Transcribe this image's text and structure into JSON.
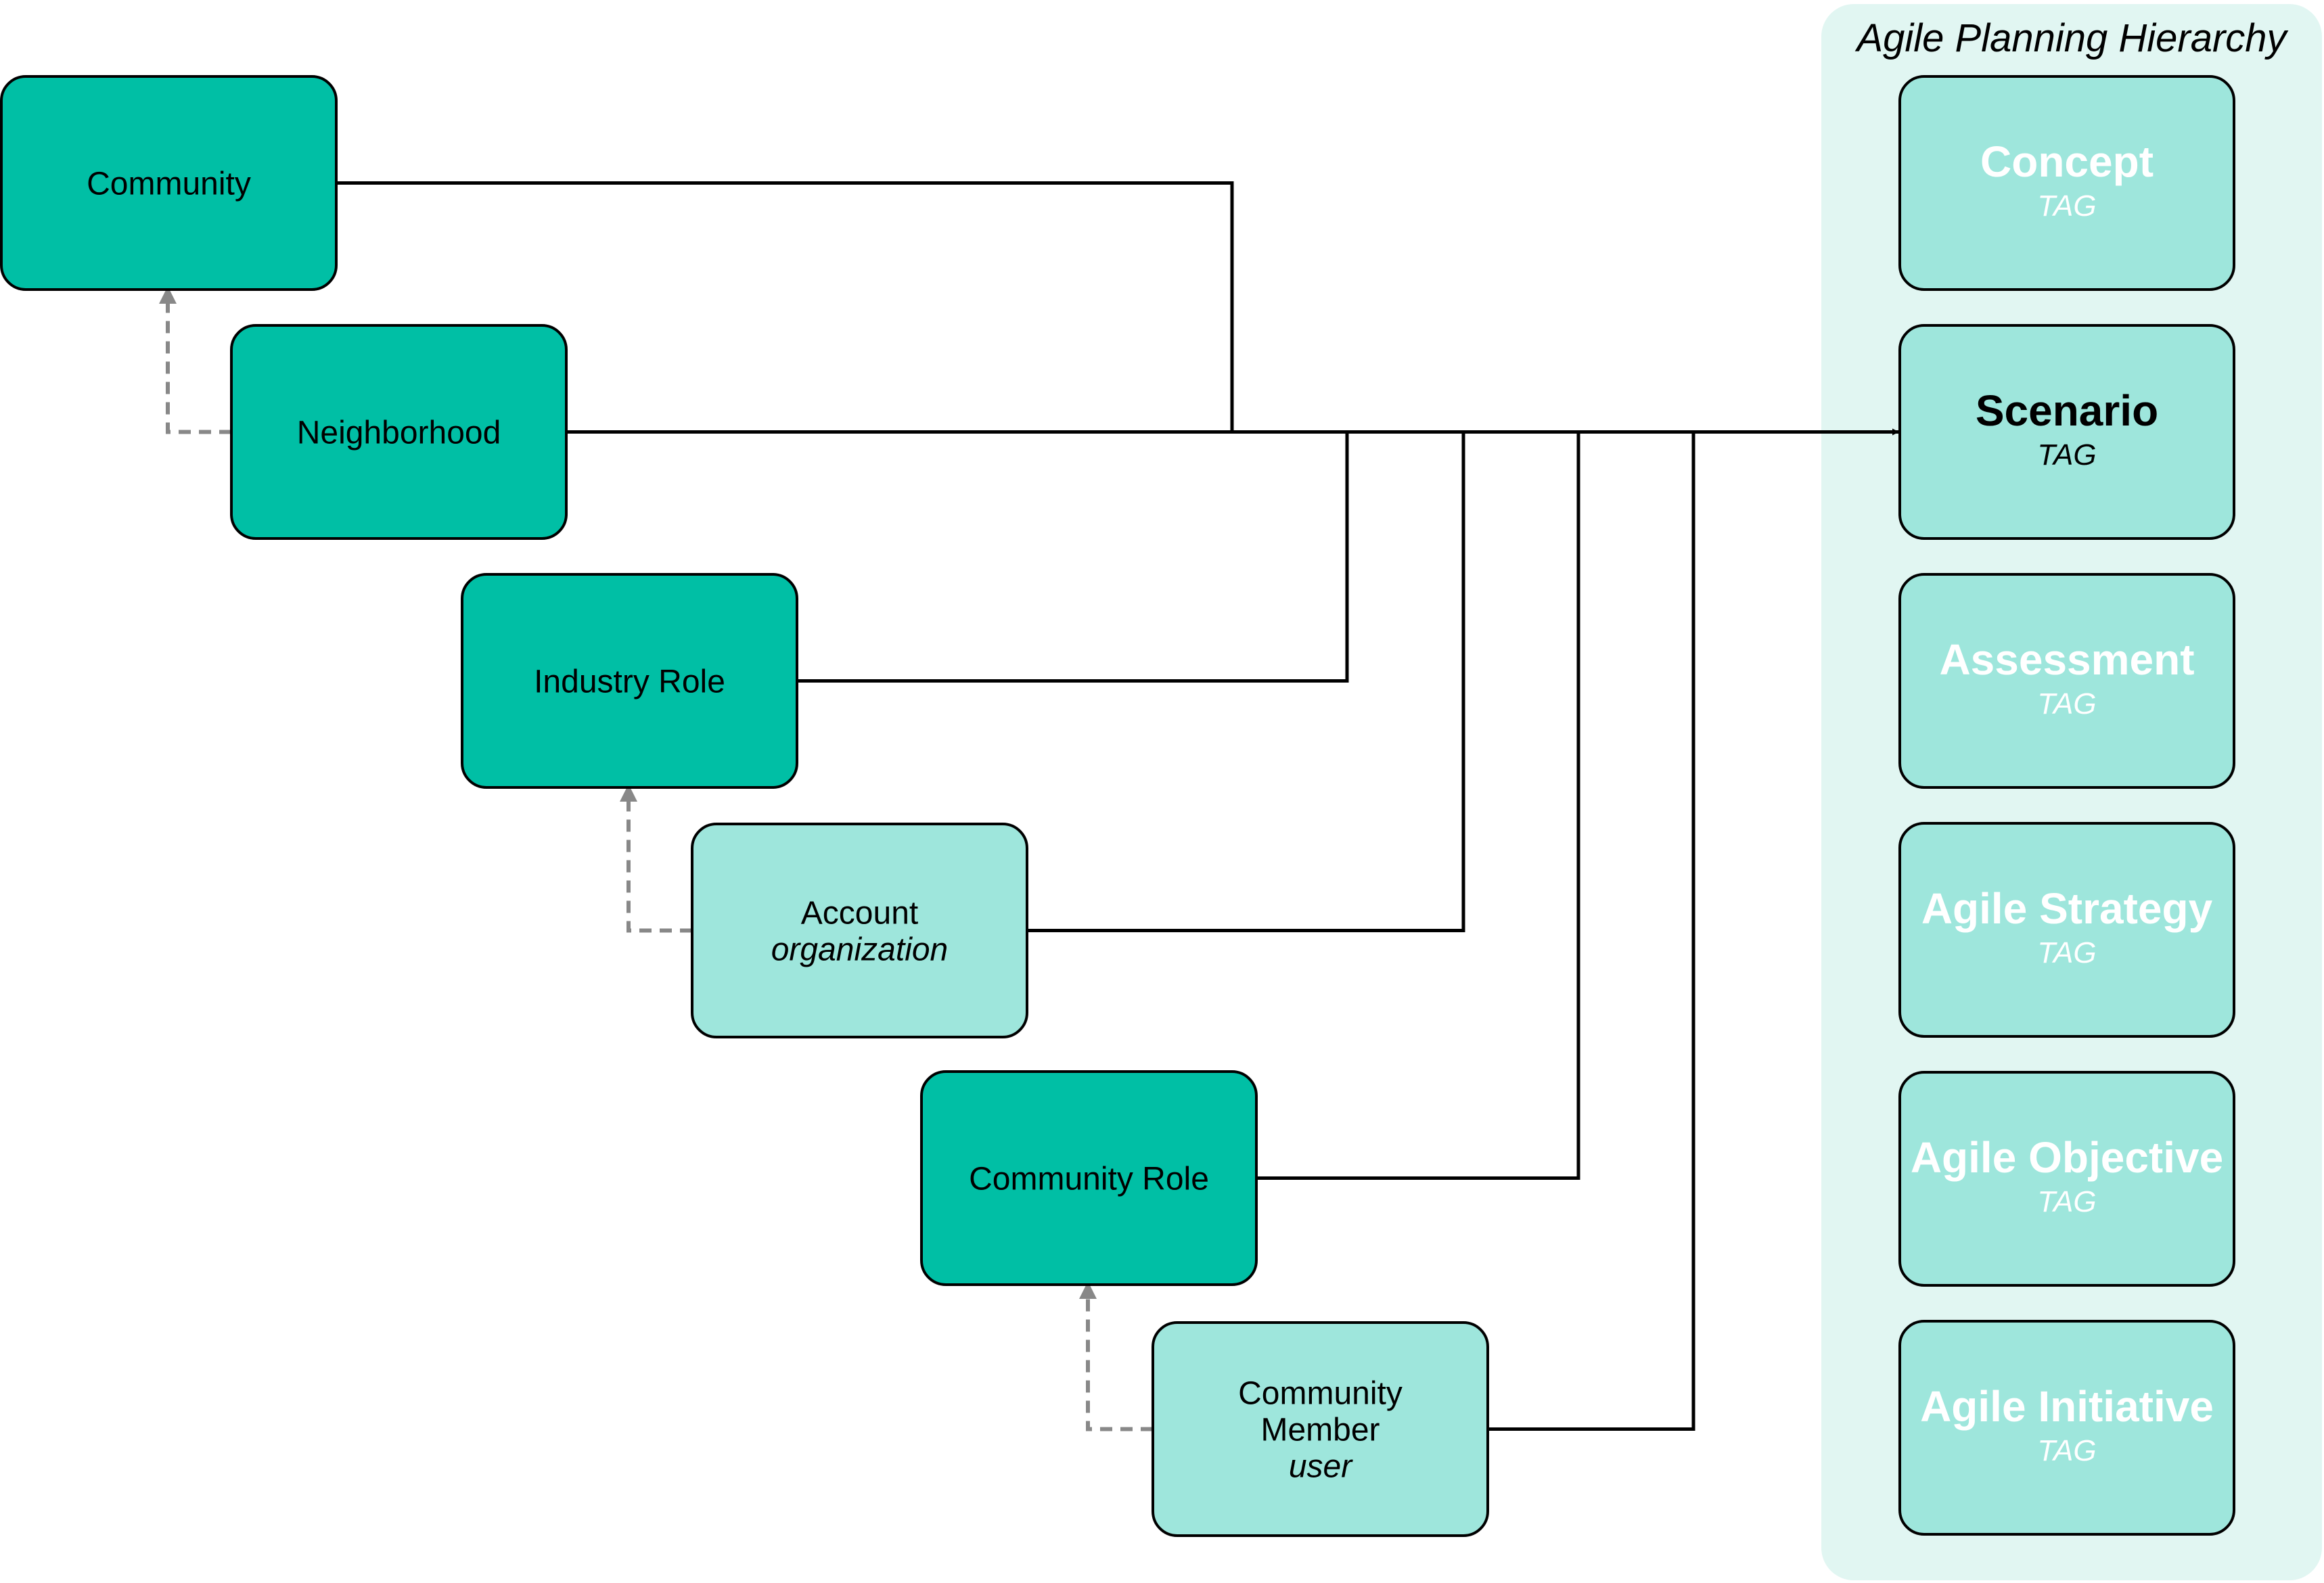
{
  "colors": {
    "dark_teal": "#00bfa5",
    "light_teal": "#9ee6dc",
    "panel_bg": "#e1f6f2",
    "connector": "#000000",
    "dashed_connector": "#888888",
    "tag_text_inactive": "#ffffff",
    "tag_text_active": "#000000"
  },
  "left_boxes": [
    {
      "id": "community",
      "lines": [
        {
          "text": "Community",
          "italic": false
        }
      ],
      "fill": "dark",
      "name": "community-box"
    },
    {
      "id": "neighborhood",
      "lines": [
        {
          "text": "Neighborhood",
          "italic": false
        }
      ],
      "fill": "dark",
      "name": "neighborhood-box"
    },
    {
      "id": "industry-role",
      "lines": [
        {
          "text": "Industry Role",
          "italic": false
        }
      ],
      "fill": "dark",
      "name": "industry-role-box"
    },
    {
      "id": "account",
      "lines": [
        {
          "text": "Account",
          "italic": false
        },
        {
          "text": "organization",
          "italic": true
        }
      ],
      "fill": "light",
      "name": "account-box"
    },
    {
      "id": "community-role",
      "lines": [
        {
          "text": "Community Role",
          "italic": false
        }
      ],
      "fill": "dark",
      "name": "community-role-box"
    },
    {
      "id": "community-member",
      "lines": [
        {
          "text": "Community",
          "italic": false
        },
        {
          "text": "Member",
          "italic": false
        },
        {
          "text": "user",
          "italic": true
        }
      ],
      "fill": "light",
      "name": "community-member-box"
    }
  ],
  "panel": {
    "title": "Agile Planning Hierarchy",
    "items": [
      {
        "id": "concept",
        "title": "Concept",
        "subtitle": "TAG",
        "active": false
      },
      {
        "id": "scenario",
        "title": "Scenario",
        "subtitle": "TAG",
        "active": true
      },
      {
        "id": "assessment",
        "title": "Assessment",
        "subtitle": "TAG",
        "active": false
      },
      {
        "id": "agile-strategy",
        "title": "Agile Strategy",
        "subtitle": "TAG",
        "active": false
      },
      {
        "id": "agile-objective",
        "title": "Agile Objective",
        "subtitle": "TAG",
        "active": false
      },
      {
        "id": "agile-initiative",
        "title": "Agile Initiative",
        "subtitle": "TAG",
        "active": false
      }
    ]
  },
  "connections": [
    {
      "from": "community",
      "to": "scenario",
      "style": "solid"
    },
    {
      "from": "neighborhood",
      "to": "scenario",
      "style": "solid"
    },
    {
      "from": "industry-role",
      "to": "scenario",
      "style": "solid"
    },
    {
      "from": "account",
      "to": "scenario",
      "style": "solid"
    },
    {
      "from": "community-role",
      "to": "scenario",
      "style": "solid"
    },
    {
      "from": "community-member",
      "to": "scenario",
      "style": "solid"
    },
    {
      "from": "neighborhood",
      "to": "community",
      "style": "dashed"
    },
    {
      "from": "account",
      "to": "industry-role",
      "style": "dashed"
    },
    {
      "from": "community-member",
      "to": "community-role",
      "style": "dashed"
    }
  ]
}
